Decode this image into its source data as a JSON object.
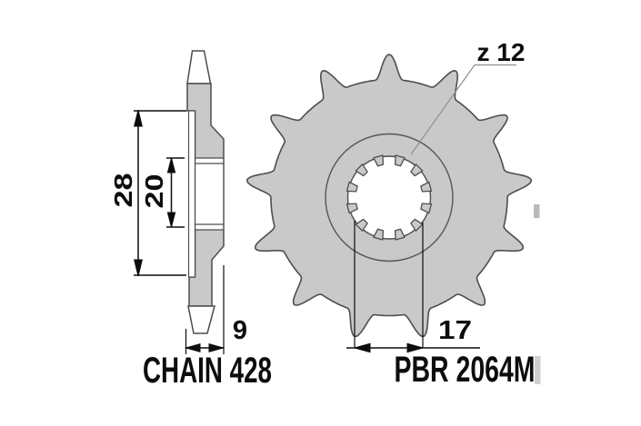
{
  "diagram": {
    "labels": {
      "chain": "CHAIN 428",
      "part": "PBR 2064M",
      "teeth_label": "z 12",
      "dim_hub_od": "28",
      "dim_spline_od": "20",
      "dim_width": "9",
      "dim_bore": "17"
    },
    "sprocket": {
      "teeth": 13,
      "splines": 12
    },
    "colors": {
      "body_fill": "#c9c9c9",
      "outline": "#4d4d4d",
      "dim_color": "#0d0d0d",
      "leader_color": "#909090",
      "background": "#ffffff"
    }
  }
}
